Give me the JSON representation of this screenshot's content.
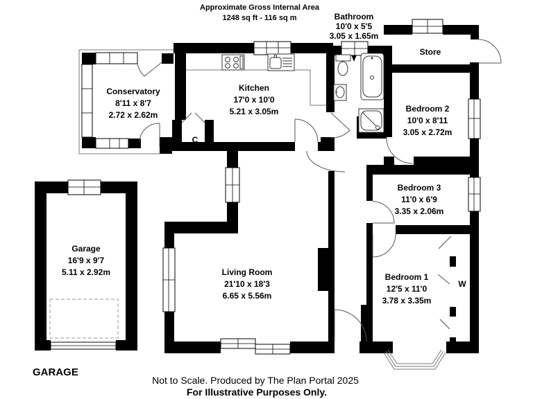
{
  "header": {
    "title": "Approximate Gross Internal Area",
    "area": "1248 sq ft - 116 sq m"
  },
  "rooms": {
    "conservatory": {
      "name": "Conservatory",
      "size_imperial": "8'11 x 8'7",
      "size_metric": "2.72 x 2.62m"
    },
    "kitchen": {
      "name": "Kitchen",
      "size_imperial": "17'0 x 10'0",
      "size_metric": "5.21 x 3.05m"
    },
    "bathroom": {
      "name": "Bathroom",
      "size_imperial": "10'0 x 5'5",
      "size_metric": "3.05 x 1.65m"
    },
    "store": {
      "name": "Store"
    },
    "bedroom2": {
      "name": "Bedroom 2",
      "size_imperial": "10'0 x 8'11",
      "size_metric": "3.05 x 2.72m"
    },
    "bedroom3": {
      "name": "Bedroom 3",
      "size_imperial": "11'0 x 6'9",
      "size_metric": "3.35 x 2.06m"
    },
    "bedroom1": {
      "name": "Bedroom 1",
      "size_imperial": "12'5 x 11'0",
      "size_metric": "3.78 x 3.35m"
    },
    "living_room": {
      "name": "Living Room",
      "size_imperial": "21'10 x 18'3",
      "size_metric": "6.65 x 5.56m"
    },
    "garage": {
      "name": "Garage",
      "size_imperial": "16'9 x 9'7",
      "size_metric": "5.11 x 2.92m"
    }
  },
  "annotations": {
    "closet": "C",
    "wardrobe": "W"
  },
  "footer": {
    "garage_caption": "GARAGE",
    "scale_note": "Not to Scale. Produced by The Plan Portal 2025",
    "disclaimer": "For Illustrative Purposes Only."
  },
  "colors": {
    "wall": "#000000",
    "background": "#ffffff",
    "door_line": "#555555"
  }
}
